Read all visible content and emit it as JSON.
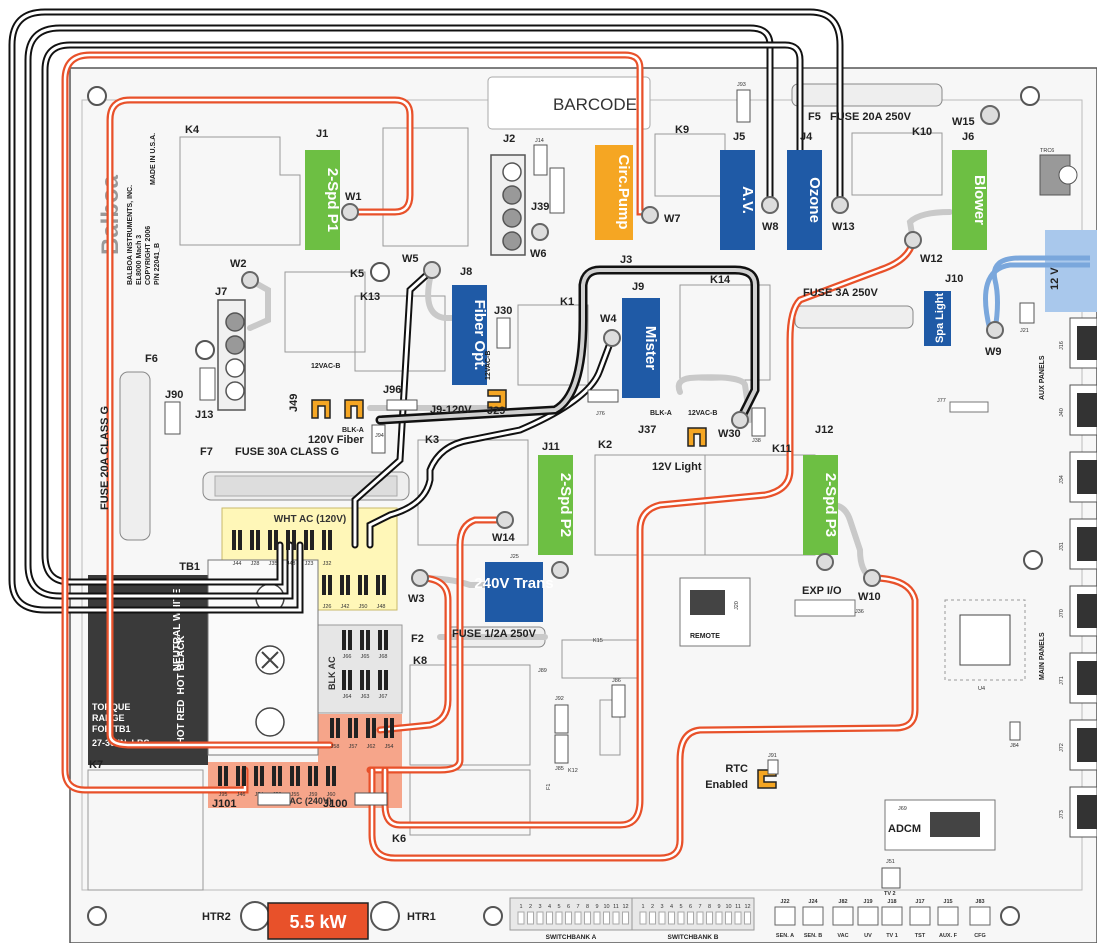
{
  "board": {
    "barcode": "BARCODE",
    "manufacturer_text": [
      "BALBOA INSTRUMENTS, INC.",
      "EL8000 Mach 3",
      "COPYRIGHT 2006",
      "P/N 22041_B"
    ],
    "made_in": "MADE IN U.S.A.",
    "logo": "Balboa",
    "rtc": [
      "RTC",
      "Enabled"
    ],
    "power": "5.5 kW"
  },
  "modules": {
    "j1": {
      "name": "2-Spd P1",
      "color": "#6dbf43"
    },
    "circ": {
      "name": "Circ.Pump",
      "color": "#f5a623"
    },
    "av": {
      "name": "A.V.",
      "color": "#1f5aa6"
    },
    "ozone": {
      "name": "Ozone",
      "color": "#1f5aa6"
    },
    "blower": {
      "name": "Blower",
      "color": "#6dbf43"
    },
    "fiber": {
      "name": "Fiber Opt.",
      "color": "#1f5aa6"
    },
    "mister": {
      "name": "Mister",
      "color": "#1f5aa6"
    },
    "spa_light": {
      "name": "Spa Light",
      "color": "#1f5aa6"
    },
    "j11": {
      "name": "2-Spd P2",
      "color": "#6dbf43"
    },
    "j12": {
      "name": "2-Spd P3",
      "color": "#6dbf43"
    },
    "trans": {
      "name": "240V Trans",
      "color": "#1f5aa6"
    }
  },
  "labels": {
    "k4": "K4",
    "j1": "J1",
    "w1": "W1",
    "w2": "W2",
    "j7": "J7",
    "j13": "J13",
    "j90": "J90",
    "f6": "F6",
    "f7": "F7",
    "fuse30": "FUSE 30A CLASS G",
    "fuse_side": "FUSE 20A CLASS G",
    "j2": "J2",
    "j14": "J14",
    "j39": "J39",
    "w6": "W6",
    "w7": "W7",
    "j93": "J93",
    "k9": "K9",
    "j5": "J5",
    "w8": "W8",
    "j4": "J4",
    "w13": "W13",
    "f5": "F5",
    "fuse20": "FUSE 20A 250V",
    "w15": "W15",
    "j6": "J6",
    "k10": "K10",
    "trc6": "TRC6",
    "w12": "W12",
    "j10": "J10",
    "w9": "W9",
    "j21": "J21",
    "fuse3": "FUSE 3A 250V",
    "k5": "K5",
    "w5": "W5",
    "j8": "J8",
    "k13": "K13",
    "j3": "J3",
    "k1": "K1",
    "j9": "J9",
    "w4": "W4",
    "k14": "K14",
    "j30": "J30",
    "j49": "J49",
    "j96": "J96",
    "j94": "J94",
    "j29": "J29",
    "j9_120v": "J9-120V",
    "fiber_120v": "120V Fiber",
    "blk_a": "BLK-A",
    "v12acb": "12VAC-B",
    "j37": "J37",
    "w30": "W30",
    "j38": "J38",
    "j76": "J76",
    "light_12v": "12V Light",
    "k3": "K3",
    "j11": "J11",
    "k2": "K2",
    "k11": "K11",
    "j12": "J12",
    "wht_ac": "WHT AC (120V)",
    "tb1": "TB1",
    "w14": "W14",
    "j25": "J25",
    "w3": "W3",
    "w10": "W10",
    "exp_io": "EXP I/O",
    "j36": "J36",
    "remote": "REMOTE",
    "j20": "J20",
    "f2": "F2",
    "fuse_half": "FUSE 1/2A 250V",
    "k8": "K8",
    "k15": "K15",
    "j89": "J89",
    "j92": "J92",
    "j86": "J86",
    "j85": "J85",
    "k12": "K12",
    "f1": "F1",
    "blk_ac": "BLK AC",
    "red_ac": "RED AC (240V)",
    "k7": "K7",
    "k6": "K6",
    "j91": "J91",
    "j69": "J69",
    "adcm": "ADCM",
    "u4": "U4",
    "j84": "J84",
    "j77": "J77",
    "j51": "J51",
    "tv2": "TV 2",
    "j101": "J101",
    "j100": "J100",
    "htr2": "HTR2",
    "htr1": "HTR1",
    "switchbank_a": "SWITCHBANK A",
    "switchbank_b": "SWITCHBANK B",
    "aux_panels": "AUX PANELS",
    "main_panels": "MAIN PANELS",
    "v12_side": "12 V",
    "neutral": "NEUTRAL WHITE",
    "hot_black": "HOT BLACK",
    "hot_red": "HOT RED",
    "torque": [
      "TORQUE",
      "RANGE",
      "FOR TB1",
      "27-30 IN. LBS."
    ]
  },
  "wht_ac_pins": [
    "J44",
    "J28",
    "J35",
    "J43",
    "J23",
    "J32",
    "J26",
    "J42",
    "J50",
    "J48"
  ],
  "blk_ac_pins": [
    "J66",
    "J65",
    "J68",
    "J64",
    "J63",
    "J67"
  ],
  "red_ac_pins": [
    "J58",
    "J57",
    "J62",
    "J54",
    "J95",
    "J46",
    "J74",
    "J53",
    "J55",
    "J59",
    "J60"
  ],
  "right_connectors": [
    "J16",
    "J40",
    "J34",
    "J31",
    "J70",
    "J71",
    "J72",
    "J73"
  ],
  "bottom_connectors": [
    {
      "id": "J22",
      "name": "SEN. A"
    },
    {
      "id": "J24",
      "name": "SEN. B"
    },
    {
      "id": "J82",
      "name": "VAC"
    },
    {
      "id": "J19",
      "name": "UV"
    },
    {
      "id": "J18",
      "name": "TV 1"
    },
    {
      "id": "J17",
      "name": "TST"
    },
    {
      "id": "J15",
      "name": "AUX. F"
    },
    {
      "id": "J83",
      "name": "CFG"
    }
  ],
  "switch_numbers": [
    "1",
    "2",
    "3",
    "4",
    "5",
    "6",
    "7",
    "8",
    "9",
    "10",
    "11",
    "12"
  ],
  "colors": {
    "orange_wire": "#e8512a",
    "black_wire": "#111111",
    "grey_wire": "#c9c9c9",
    "blue_wire": "#7aa7dc",
    "jumper": "#f5a623",
    "white_zone": "#fff7b8",
    "black_zone": "#e0e0e0",
    "red_zone": "#f6a58a"
  }
}
